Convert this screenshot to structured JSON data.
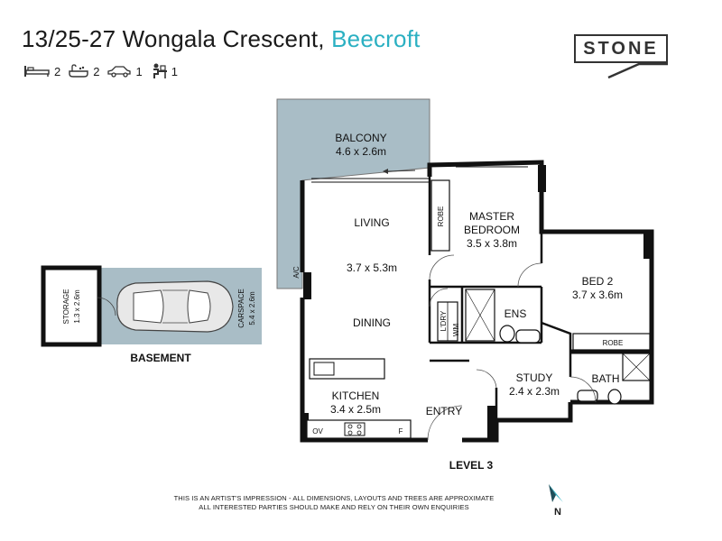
{
  "header": {
    "address": "13/25-27 Wongala Crescent, ",
    "suburb": "Beecroft"
  },
  "features": [
    {
      "icon": "bed-icon",
      "count": "2"
    },
    {
      "icon": "bath-icon",
      "count": "2"
    },
    {
      "icon": "car-icon",
      "count": "1"
    },
    {
      "icon": "study-icon",
      "count": "1"
    }
  ],
  "logo": {
    "text": "STONE"
  },
  "rooms": {
    "balcony": {
      "name": "BALCONY",
      "size": "4.6 x 2.6m"
    },
    "living": {
      "name": "LIVING",
      "size": "3.7 x 5.3m"
    },
    "dining": {
      "name": "DINING"
    },
    "kitchen": {
      "name": "KITCHEN",
      "size": "3.4 x 2.5m"
    },
    "master": {
      "name1": "MASTER",
      "name2": "BEDROOM",
      "size": "3.5 x 3.8m"
    },
    "bed2": {
      "name": "BED 2",
      "size": "3.7 x 3.6m"
    },
    "study": {
      "name": "STUDY",
      "size": "2.4 x 2.3m"
    },
    "bath": {
      "name": "BATH"
    },
    "ens": {
      "name": "ENS"
    },
    "entry": {
      "name": "ENTRY"
    },
    "robe1": "ROBE",
    "robe2": "ROBE",
    "ldry": "L'DRY",
    "wm": "WM",
    "ac": "A/C",
    "ov": "OV",
    "fridge": "F",
    "storage": {
      "name": "STORAGE",
      "size": "1.3 x 2.6m"
    },
    "carspace": {
      "name": "CARSPACE",
      "size": "5.4 x 2.6m"
    }
  },
  "labels": {
    "basement": "BASEMENT",
    "level": "LEVEL 3"
  },
  "disclaimer": {
    "line1": "THIS IS AN ARTIST'S IMPRESSION - ALL DIMENSIONS, LAYOUTS AND TREES ARE APPROXIMATE",
    "line2": "ALL INTERESTED PARTIES SHOULD MAKE AND RELY ON THEIR OWN ENQUIRIES"
  },
  "north": "N",
  "colors": {
    "accent": "#2bb0c2",
    "balcony_fill": "#a9bdc6",
    "wall": "#111111"
  }
}
